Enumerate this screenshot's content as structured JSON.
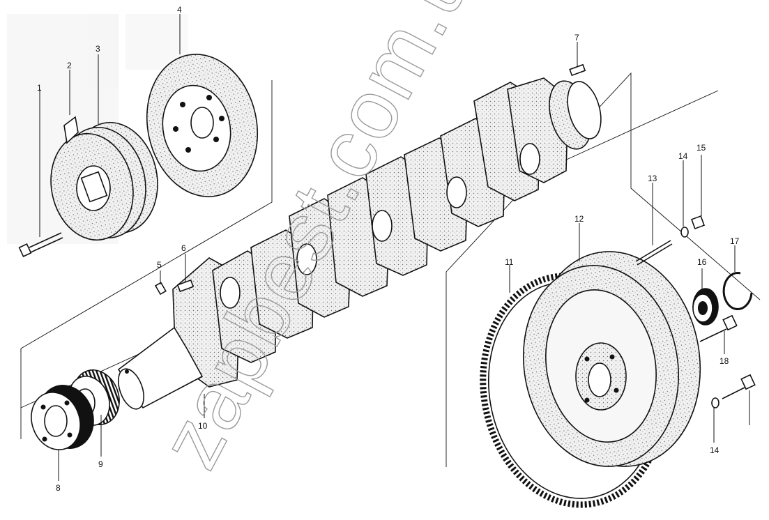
{
  "watermark": "zapbest.com.ua",
  "callouts": [
    "1",
    "2",
    "3",
    "4",
    "5",
    "6",
    "7",
    "8",
    "9",
    "10",
    "11",
    "12",
    "13",
    "14",
    "15",
    "16",
    "17",
    "18"
  ],
  "colors": {
    "ink": "#111111",
    "fill": "#e9e9e9",
    "stipple": "#6b6b6b",
    "paper": "#ffffff"
  }
}
